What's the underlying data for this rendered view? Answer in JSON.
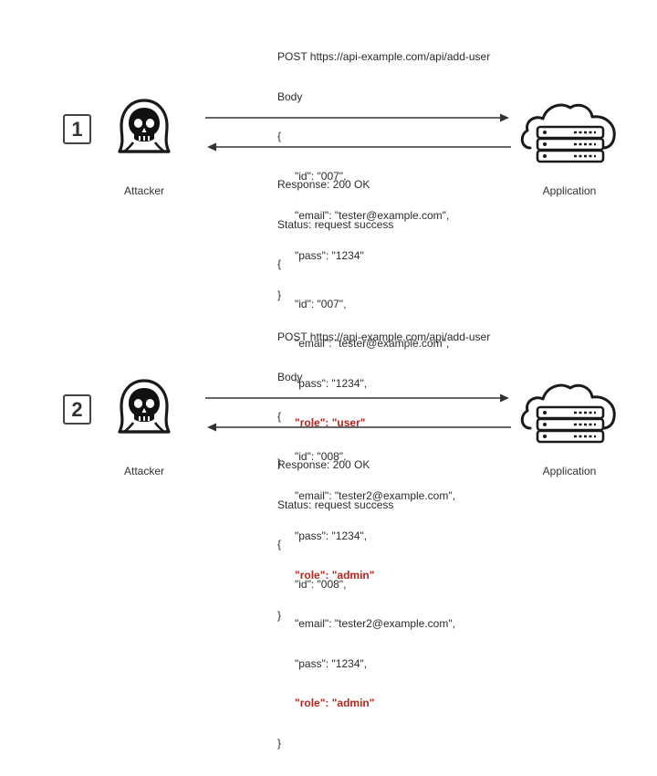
{
  "steps": [
    {
      "number": "1",
      "attacker_label": "Attacker",
      "application_label": "Application",
      "request": {
        "lines": [
          "POST https://api-example.com/api/add-user",
          "Body",
          "{",
          "\"id\": \"007\",",
          "\"email\": \"tester@example.com\",",
          "\"pass\": \"1234\"",
          "}"
        ]
      },
      "response": {
        "lines": [
          "Response: 200 OK",
          "Status: request success",
          "{",
          "\"id\": \"007\",",
          "\"email\": \"tester@example.com\",",
          "\"pass\": \"1234\",",
          "\"role\": \"user\"",
          "}"
        ]
      }
    },
    {
      "number": "2",
      "attacker_label": "Attacker",
      "application_label": "Application",
      "request": {
        "lines": [
          "POST https://api-example.com/api/add-user",
          "Body",
          "{",
          "\"id\": \"008\",",
          "\"email\": \"tester2@example.com\",",
          "\"pass\": \"1234\",",
          "\"role\": \"admin\"",
          "}"
        ]
      },
      "response": {
        "lines": [
          "Response: 200 OK",
          "Status: request success",
          "{",
          "\"id\": \"008\",",
          "\"email\": \"tester2@example.com\",",
          "\"pass\": \"1234\",",
          "\"role\": \"admin\"",
          "}"
        ]
      }
    }
  ],
  "colors": {
    "highlight": "#b3261e",
    "stroke": "#1a1a1a",
    "text": "#2b2b2b"
  },
  "icons": {
    "actor": "hooded-skull-icon",
    "application": "cloud-server-icon"
  }
}
